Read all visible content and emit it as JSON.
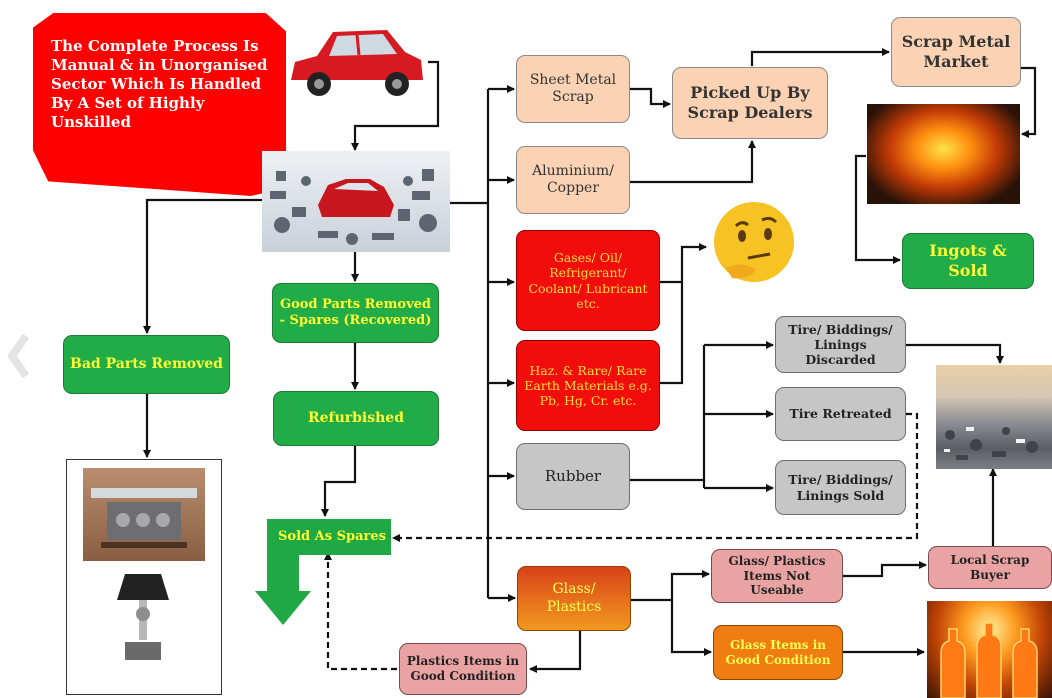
{
  "title": {
    "text": "The Complete Process Is Manual & in Unorganised Sector Which Is Handled By A Set of Highly Unskilled",
    "color": "#ff0000"
  },
  "nodes": {
    "sheet_metal": "Sheet Metal Scrap",
    "aluminium": "Aluminium/ Copper",
    "picked_up": "Picked Up By Scrap Dealers",
    "scrap_market": "Scrap Metal Market",
    "ingots": "Ingots & Sold",
    "gases": "Gases/ Oil/ Refrigerant/ Coolant/ Lubricant etc.",
    "hazardous": "Haz. & Rare/ Rare Earth Materials e.g. Pb, Hg, Cr. etc.",
    "rubber": "Rubber",
    "tire_discarded": "Tire/ Biddings/ Linings Discarded",
    "tire_retreated": "Tire Retreated",
    "tire_sold": "Tire/ Biddings/ Linings Sold",
    "good_parts": "Good Parts Removed - Spares (Recovered)",
    "refurbished": "Refurbished",
    "bad_parts": "Bad Parts Removed",
    "sold_spares": "Sold As Spares",
    "glass_plastics": "Glass/ Plastics",
    "glass_not_useable": "Glass/ Plastics Items Not Useable",
    "local_scrap": "Local Scrap Buyer",
    "glass_good": "Glass Items in Good Condition",
    "plastics_good": "Plastics Items in Good Condition"
  },
  "colors": {
    "green": "#21ac48",
    "red": "#f20d0d",
    "peach": "#fbd3b4",
    "gray": "#c6c6c6",
    "pink": "#e9a3a3",
    "orange": "#f07d12"
  },
  "icons": {
    "car": "red-car-image",
    "parts": "car-parts-image",
    "thinking": "thinking-face-emoji",
    "molten": "molten-metal-image",
    "landfill": "scrap-landfill-image",
    "glass_furnace": "glass-bottles-furnace-image",
    "engine_table": "engine-table-furniture-image",
    "lamp": "piston-lamp-image"
  }
}
